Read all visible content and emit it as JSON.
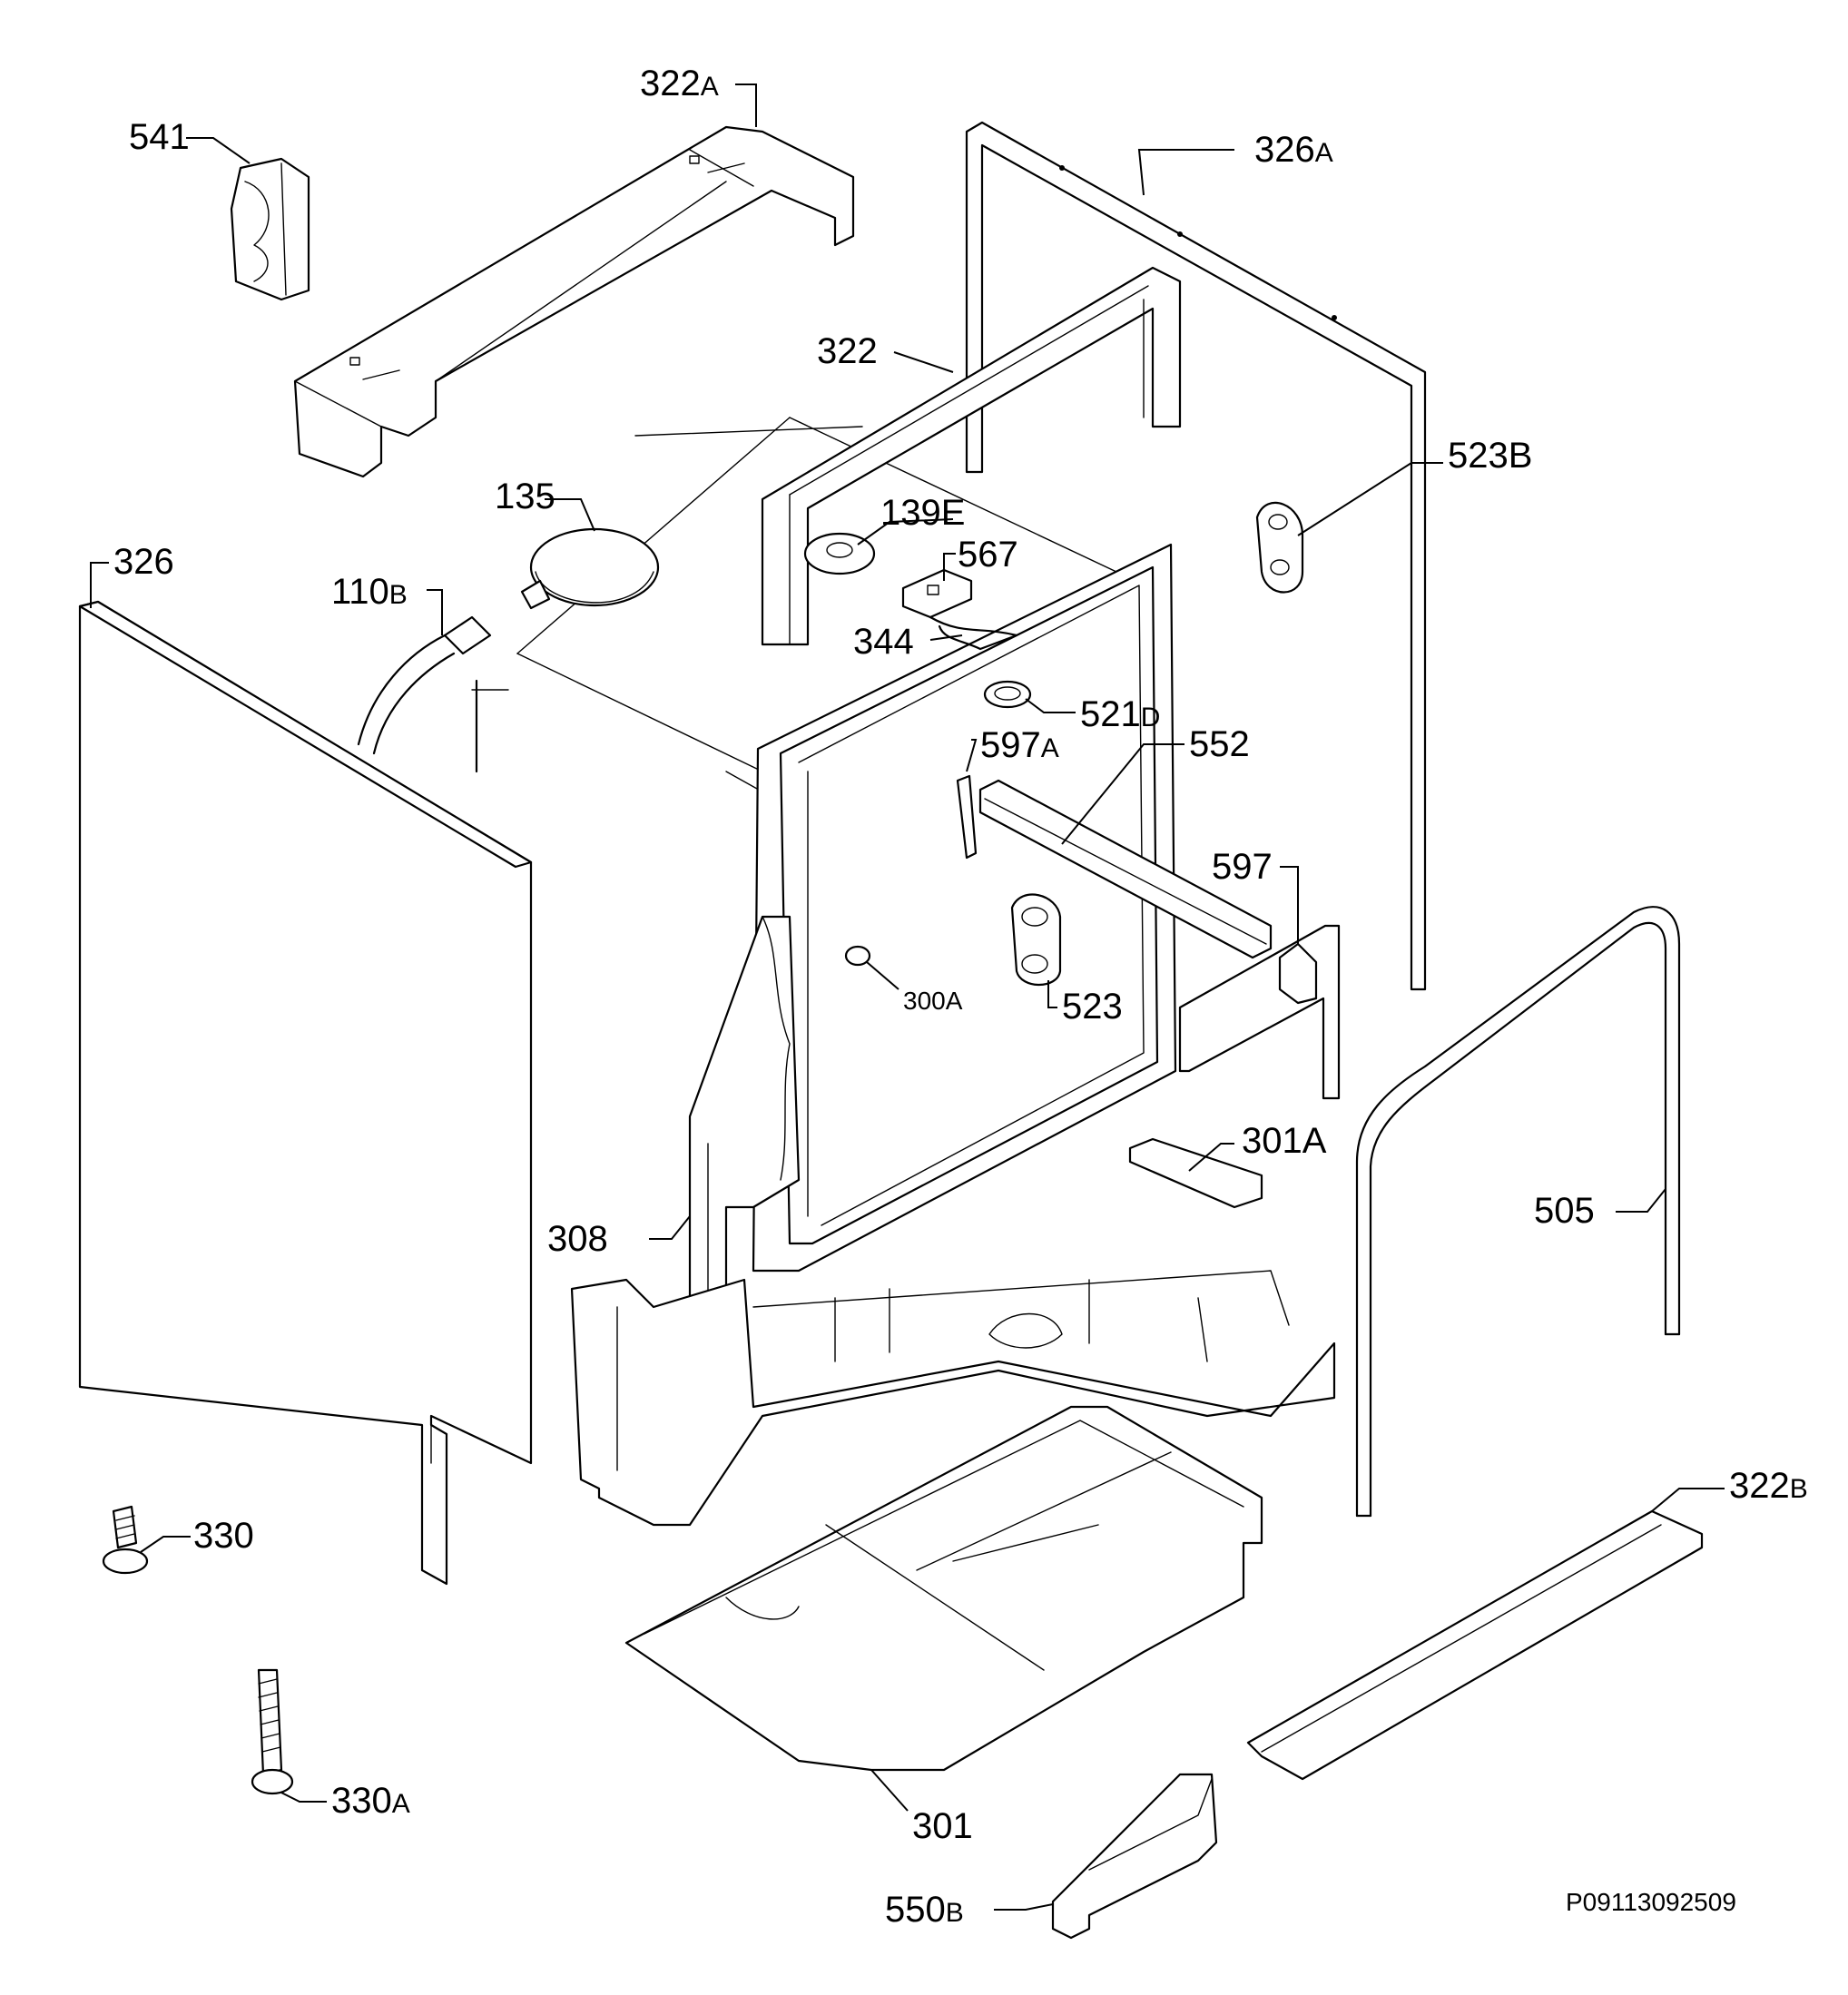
{
  "diagram": {
    "code": "P09113092509",
    "labels": {
      "l541": {
        "num": "541",
        "sfx": ""
      },
      "l322A": {
        "num": "322",
        "sfx": "A"
      },
      "l326A": {
        "num": "326",
        "sfx": "A"
      },
      "l322": {
        "num": "322",
        "sfx": ""
      },
      "l523B": {
        "num": "523B",
        "sfx": ""
      },
      "l135": {
        "num": "135",
        "sfx": ""
      },
      "l139E": {
        "num": "139E",
        "sfx": ""
      },
      "l567": {
        "num": "567",
        "sfx": ""
      },
      "l326": {
        "num": "326",
        "sfx": ""
      },
      "l110B": {
        "num": "110",
        "sfx": "B"
      },
      "l344": {
        "num": "344",
        "sfx": ""
      },
      "l521D": {
        "num": "521",
        "sfx": "D"
      },
      "l597A": {
        "num": "597",
        "sfx": "A"
      },
      "l552": {
        "num": "552",
        "sfx": ""
      },
      "l597": {
        "num": "597",
        "sfx": ""
      },
      "l300A": {
        "num": "300A",
        "sfx": ""
      },
      "l523": {
        "num": "523",
        "sfx": ""
      },
      "l301A": {
        "num": "301A",
        "sfx": ""
      },
      "l505": {
        "num": "505",
        "sfx": ""
      },
      "l308": {
        "num": "308",
        "sfx": ""
      },
      "l322B": {
        "num": "322",
        "sfx": "B"
      },
      "l330": {
        "num": "330",
        "sfx": ""
      },
      "l330A": {
        "num": "330",
        "sfx": "A"
      },
      "l301": {
        "num": "301",
        "sfx": ""
      },
      "l550B": {
        "num": "550",
        "sfx": "B"
      }
    }
  }
}
